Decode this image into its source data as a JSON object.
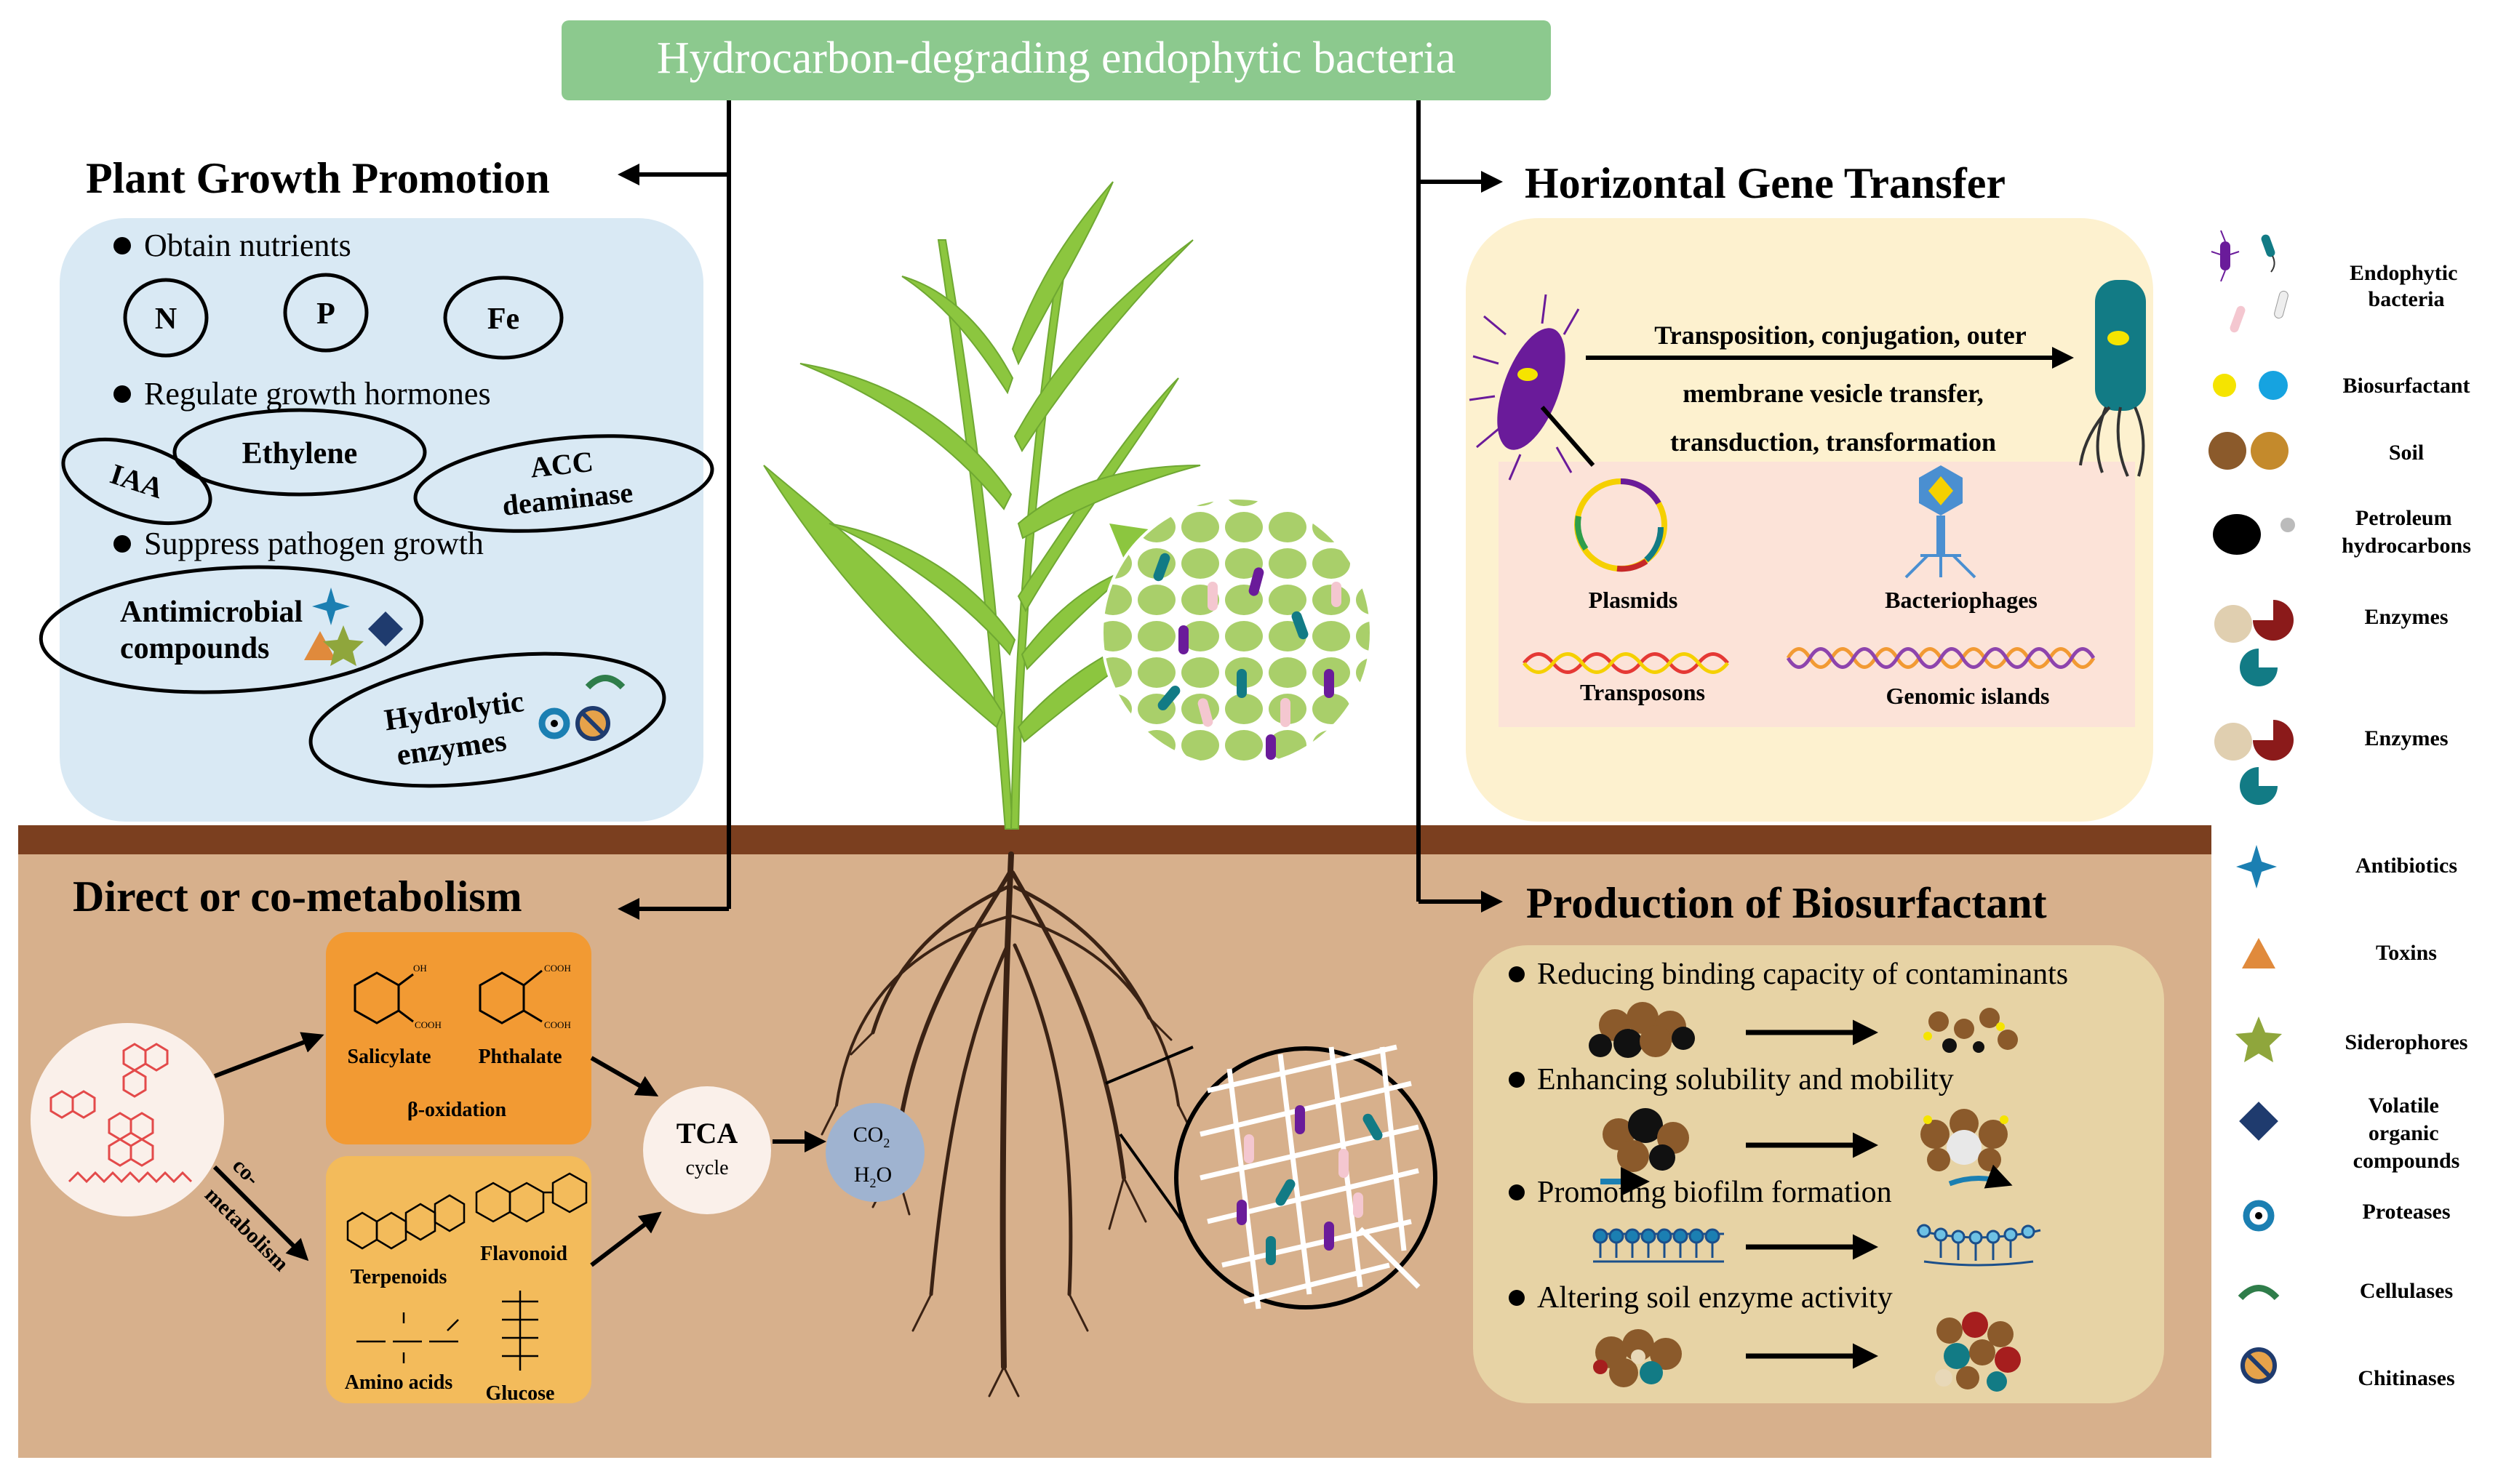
{
  "header": {
    "title": "Hydrocarbon-degrading endophytic bacteria"
  },
  "plant_growth": {
    "title": "Plant Growth Promotion",
    "bullet1": "Obtain nutrients",
    "nutrients": [
      "N",
      "P",
      "Fe"
    ],
    "bullet2": "Regulate growth hormones",
    "hormones": {
      "iaa": "IAA",
      "ethylene": "Ethylene",
      "acc1": "ACC",
      "acc2": "deaminase"
    },
    "bullet3": "Suppress pathogen growth",
    "antimicrobial": [
      "Antimicrobial",
      "compounds"
    ],
    "hydrolytic": [
      "Hydrolytic",
      "enzymes"
    ]
  },
  "hgt": {
    "title": "Horizontal Gene Transfer",
    "line1": "Transposition, conjugation, outer",
    "line2": "membrane vesicle transfer,",
    "line3": "transduction, transformation",
    "plasmids": "Plasmids",
    "bacteriophages": "Bacteriophages",
    "transposons": "Transposons",
    "genomic_islands": "Genomic islands"
  },
  "metabolism": {
    "title": "Direct or co-metabolism",
    "salicylate": "Salicylate",
    "phthalate": "Phthalate",
    "beta_oxidation": "β-oxidation",
    "cometab1": "co-",
    "cometab2": "metabolism",
    "terpenoids": "Terpenoids",
    "flavonoid": "Flavonoid",
    "amino_acids": "Amino acids",
    "glucose": "Glucose",
    "tca1": "TCA",
    "tca2": "cycle",
    "co2": "CO",
    "co2_sub": "2",
    "h2o_h": "H",
    "h2o_sub": "2",
    "h2o_o": "O",
    "chem_oh": "OH",
    "chem_cooh": "COOH"
  },
  "biosurfactant": {
    "title": "Production of Biosurfactant",
    "items": [
      "Reducing binding capacity of contaminants",
      "Enhancing solubility and mobility",
      "Promoting biofilm formation",
      "Altering soil enzyme activity"
    ]
  },
  "legend": {
    "items": [
      "Endophytic bacteria",
      "Biosurfactant",
      "Soil",
      "Petroleum hydrocarbons",
      "Enzymes",
      "Enzymes",
      "Antibiotics",
      "Toxins",
      "Siderophores",
      "Volatile organic compounds",
      "Proteases",
      "Cellulases",
      "Chitinases"
    ]
  },
  "colors": {
    "header_green": "#8cc98e",
    "pgp_blue": "#d9e9f4",
    "hgt_yellow": "#fdf1cf",
    "hgt_pink": "#fce3d8",
    "soil_band": "#7b3f1f",
    "soil": "#d7b08c",
    "orange_box": "#f29a33",
    "light_orange_box": "#f3bb5b",
    "beige_box": "#e7d3a5",
    "leaf_green": "#8cc63f"
  }
}
